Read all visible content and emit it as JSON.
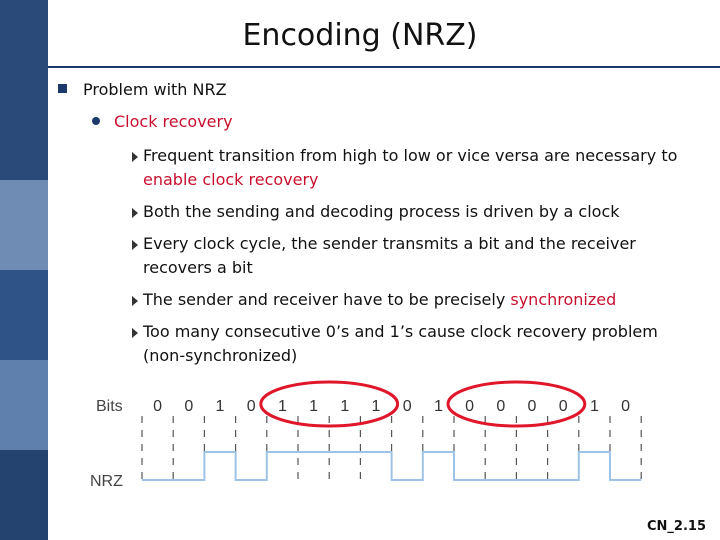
{
  "colors": {
    "accent": "#1b3a6b",
    "highlight": "#c8102e",
    "sidebar": [
      "#2a4a7a",
      "#6e8cb4",
      "#2f5287",
      "#5f80ad",
      "#24446f"
    ]
  },
  "title": "Encoding (NRZ)",
  "bullet1": "Problem with NRZ",
  "bullet2": "Clock recovery",
  "items": [
    {
      "text": "Frequent transition from high to low or vice versa are necessary to ",
      "highlight": "enable clock recovery",
      "tail": ""
    },
    {
      "text": "Both the sending and decoding process is driven by a clock",
      "highlight": "",
      "tail": ""
    },
    {
      "text": "Every clock cycle, the sender transmits a bit and the receiver recovers a bit",
      "highlight": "",
      "tail": ""
    },
    {
      "text": "The sender and receiver have to be precisely ",
      "highlight": "synchronized",
      "tail": ""
    },
    {
      "text": "Too many consecutive 0’s and 1’s cause clock recovery problem (non-synchronized)",
      "highlight": "",
      "tail": ""
    }
  ],
  "diagram": {
    "bits_label": "Bits",
    "nrz_label": "NRZ",
    "bits": [
      "0",
      "0",
      "1",
      "0",
      "1",
      "1",
      "1",
      "1",
      "0",
      "1",
      "0",
      "0",
      "0",
      "0",
      "1",
      "0"
    ],
    "circled_runs": [
      [
        4,
        7
      ],
      [
        10,
        13
      ]
    ]
  },
  "footer": "CN_2.15"
}
